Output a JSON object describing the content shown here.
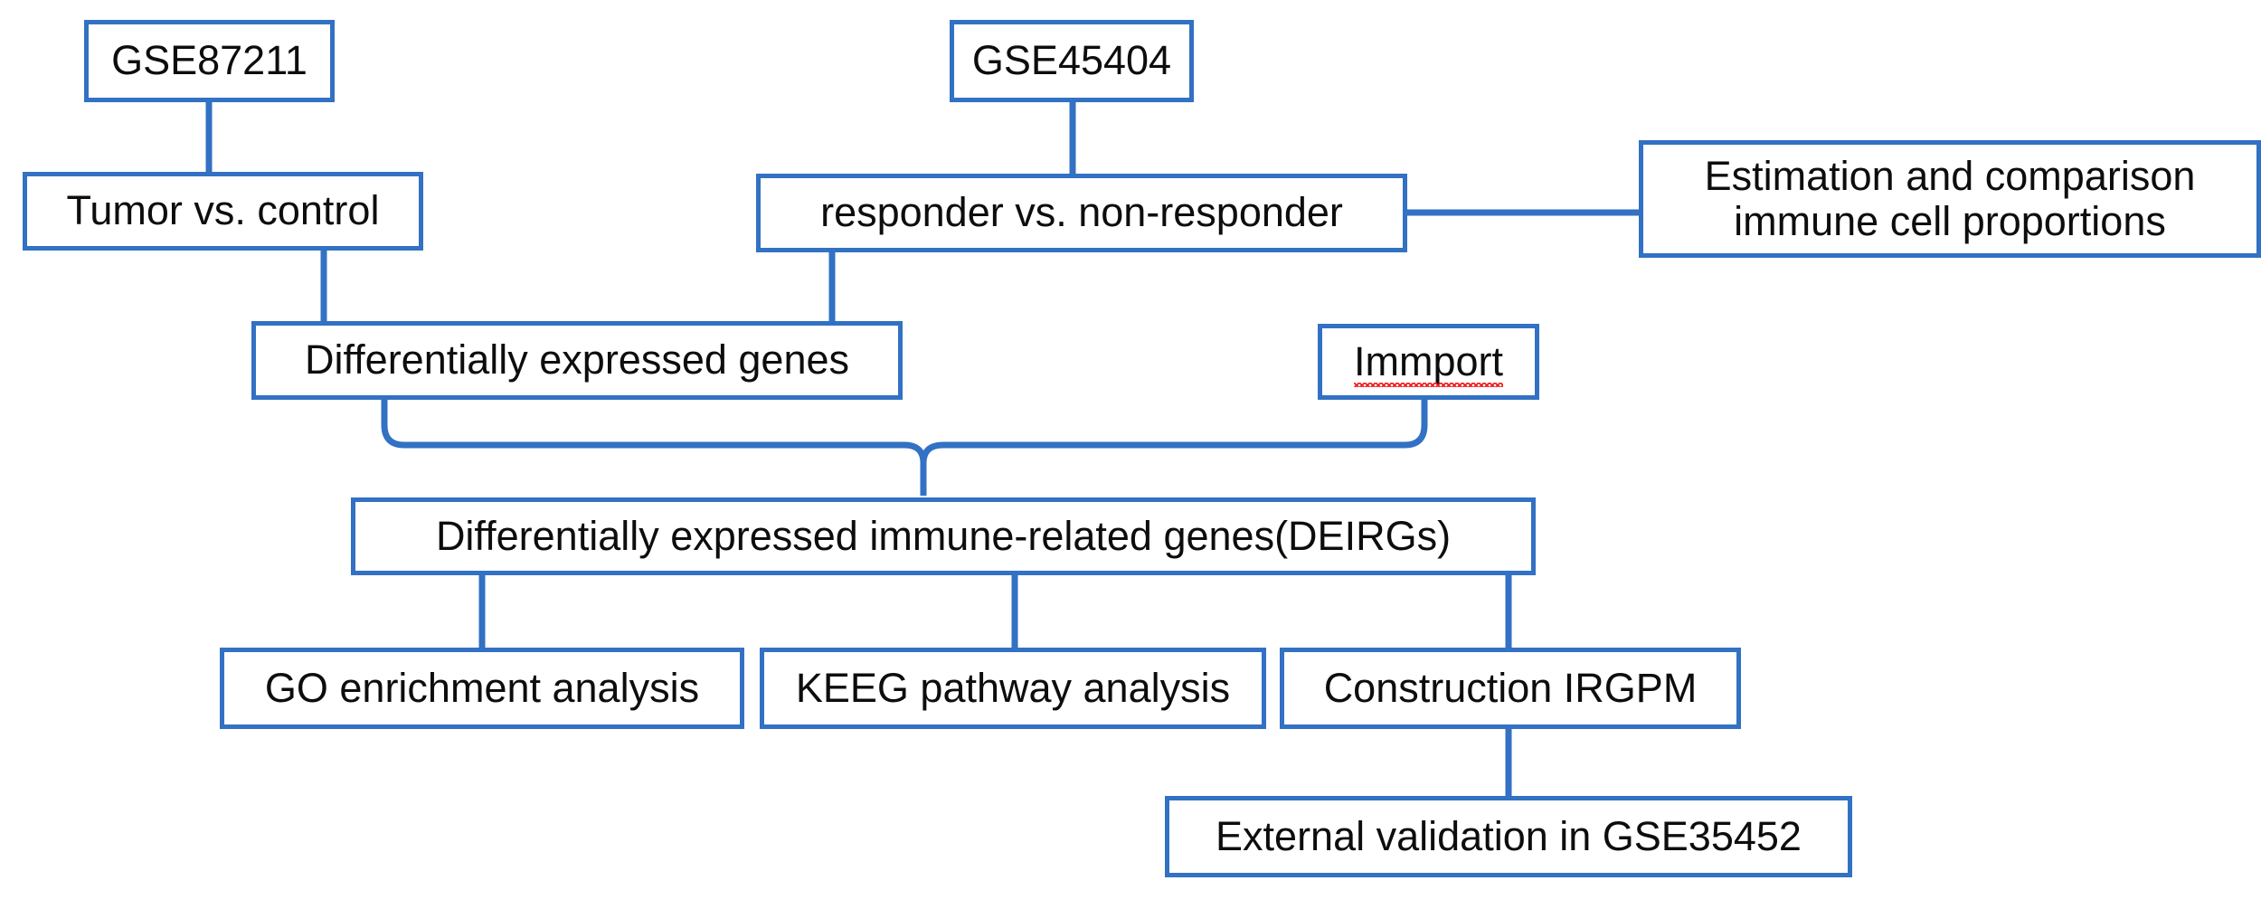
{
  "diagram": {
    "title": "Study workflow flowchart",
    "accent_color": "#3271C3",
    "text_color": "#0d0d0d",
    "background_color": "#ffffff",
    "nodes": {
      "gse87211": {
        "label": "GSE87211"
      },
      "gse45404": {
        "label": "GSE45404"
      },
      "tumor": {
        "label": "Tumor vs. control"
      },
      "responder": {
        "label": "responder vs. non-responder"
      },
      "estimation": {
        "label": "Estimation and comparison\nimmune cell proportions"
      },
      "deg": {
        "label": "Differentially expressed genes"
      },
      "immport": {
        "label": "Immport",
        "misspelled": true
      },
      "deirgs": {
        "label": "Differentially expressed immune-related genes(DEIRGs)"
      },
      "go": {
        "label": "GO enrichment analysis"
      },
      "keeg": {
        "label": "KEEG pathway analysis"
      },
      "irgpm": {
        "label": "Construction IRGPM"
      },
      "external": {
        "label": "External validation in GSE35452"
      }
    },
    "edges": [
      {
        "from": "gse87211",
        "to": "tumor",
        "style": "vertical"
      },
      {
        "from": "gse45404",
        "to": "responder",
        "style": "vertical"
      },
      {
        "from": "responder",
        "to": "estimation",
        "style": "horizontal"
      },
      {
        "from": "tumor",
        "to": "deg",
        "style": "vertical"
      },
      {
        "from": "responder",
        "to": "deg",
        "style": "vertical"
      },
      {
        "from": "deg",
        "to": "deirgs",
        "style": "brace-merge"
      },
      {
        "from": "immport",
        "to": "deirgs",
        "style": "brace-merge"
      },
      {
        "from": "deirgs",
        "to": "go",
        "style": "vertical"
      },
      {
        "from": "deirgs",
        "to": "keeg",
        "style": "vertical"
      },
      {
        "from": "deirgs",
        "to": "irgpm",
        "style": "vertical"
      },
      {
        "from": "irgpm",
        "to": "external",
        "style": "vertical"
      }
    ]
  }
}
